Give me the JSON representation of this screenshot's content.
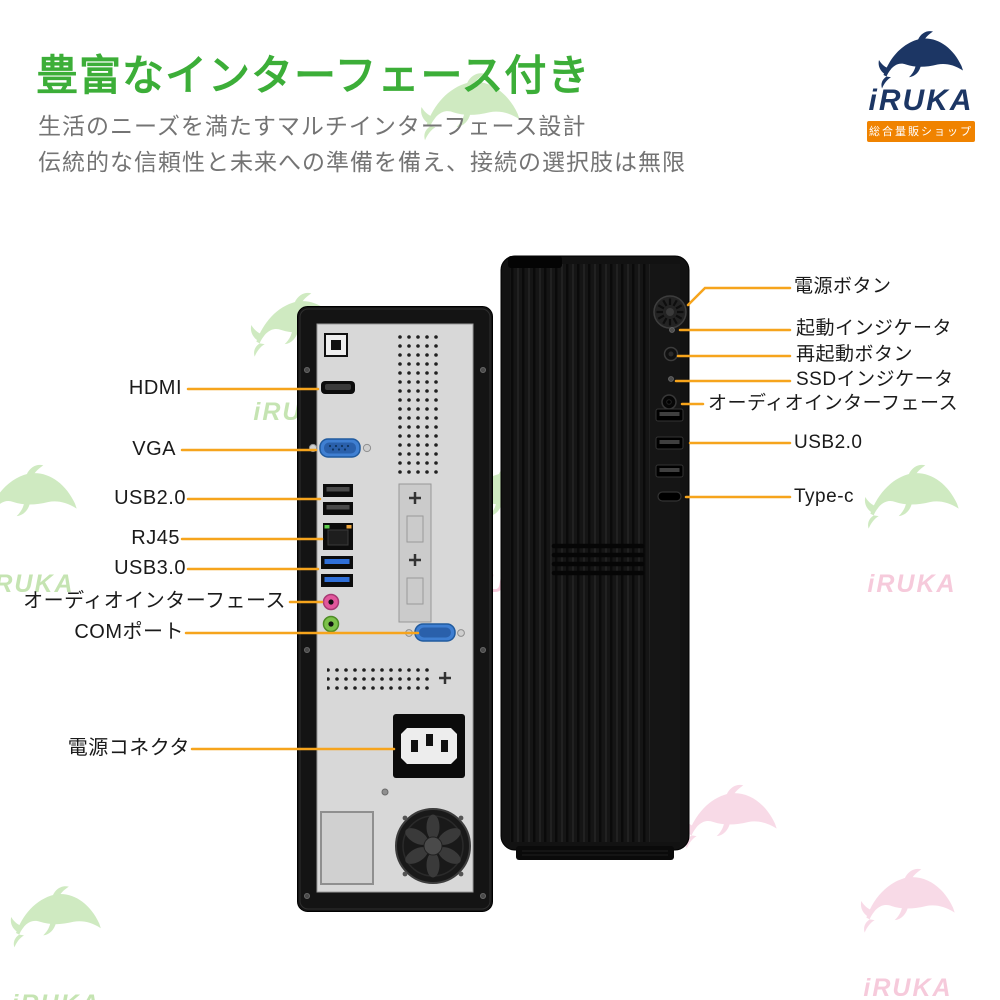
{
  "header": {
    "title": "豊富なインターフェース付き",
    "subtitle_line1": "生活のニーズを満たすマルチインターフェース設計",
    "subtitle_line2": "伝統的な信頼性と未来への準備を備え、接続の選択肢は無限"
  },
  "logo": {
    "brand": "iRUKA",
    "tagline": "総合量販ショップ"
  },
  "watermark": {
    "brand": "iRUKA"
  },
  "rear_labels": [
    "HDMI",
    "VGA",
    "USB2.0",
    "RJ45",
    "USB3.0",
    "オーディオインターフェース",
    "COMポート",
    "電源コネクタ"
  ],
  "front_labels": [
    "電源ボタン",
    "起動インジケータ",
    "再起動ボタン",
    "SSDインジケータ",
    "オーディオインターフェース",
    "USB2.0",
    "Type-c"
  ],
  "colors": {
    "title_green": "#3cae38",
    "accent_orange": "#f6a41c",
    "logo_navy": "#1c3664",
    "logo_bar_orange": "#f08300",
    "watermark_green": "#a8da90",
    "watermark_pink": "#f2afc9"
  }
}
